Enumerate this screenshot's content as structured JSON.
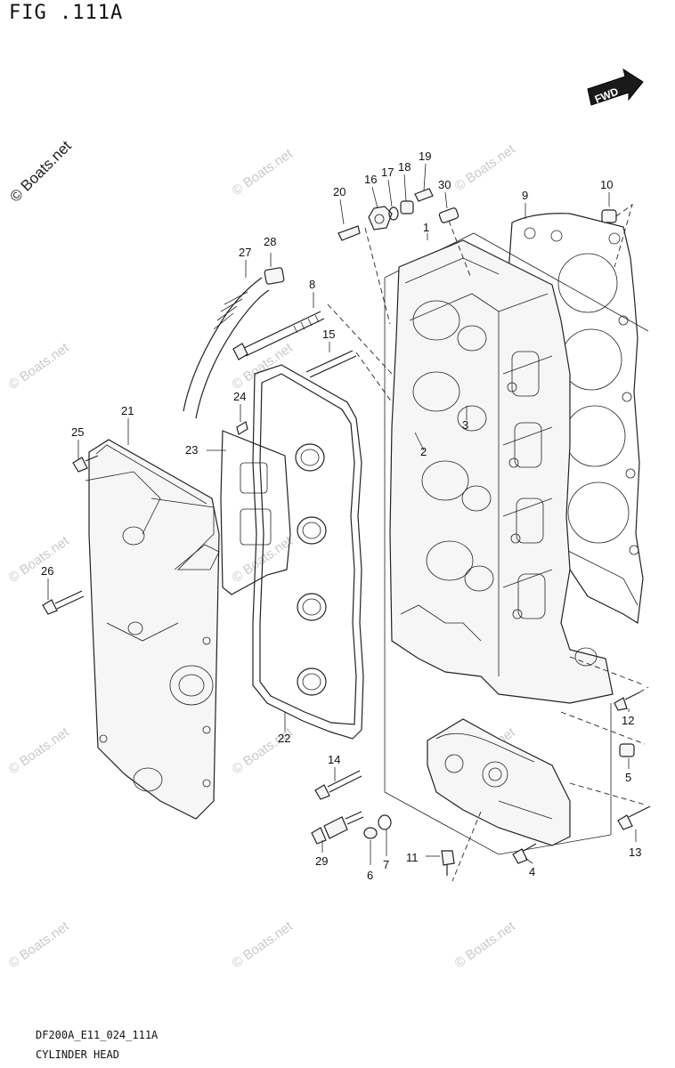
{
  "figure": {
    "title": "FIG .111A",
    "code": "DF200A_E11_024_111A",
    "name": "CYLINDER HEAD",
    "fwd_label": "FWD"
  },
  "watermark": {
    "text": "© Boats.net"
  },
  "callouts": [
    {
      "id": "1",
      "label": "1"
    },
    {
      "id": "2",
      "label": "2"
    },
    {
      "id": "3",
      "label": "3"
    },
    {
      "id": "4",
      "label": "4"
    },
    {
      "id": "5",
      "label": "5"
    },
    {
      "id": "6",
      "label": "6"
    },
    {
      "id": "7",
      "label": "7"
    },
    {
      "id": "8",
      "label": "8"
    },
    {
      "id": "9",
      "label": "9"
    },
    {
      "id": "10",
      "label": "10"
    },
    {
      "id": "11",
      "label": "11"
    },
    {
      "id": "12",
      "label": "12"
    },
    {
      "id": "13",
      "label": "13"
    },
    {
      "id": "14",
      "label": "14"
    },
    {
      "id": "15",
      "label": "15"
    },
    {
      "id": "16",
      "label": "16"
    },
    {
      "id": "17",
      "label": "17"
    },
    {
      "id": "18",
      "label": "18"
    },
    {
      "id": "19",
      "label": "19"
    },
    {
      "id": "20",
      "label": "20"
    },
    {
      "id": "21",
      "label": "21"
    },
    {
      "id": "22",
      "label": "22"
    },
    {
      "id": "23",
      "label": "23"
    },
    {
      "id": "24",
      "label": "24"
    },
    {
      "id": "25",
      "label": "25"
    },
    {
      "id": "26",
      "label": "26"
    },
    {
      "id": "27",
      "label": "27"
    },
    {
      "id": "28",
      "label": "28"
    },
    {
      "id": "29",
      "label": "29"
    },
    {
      "id": "30",
      "label": "30"
    }
  ]
}
